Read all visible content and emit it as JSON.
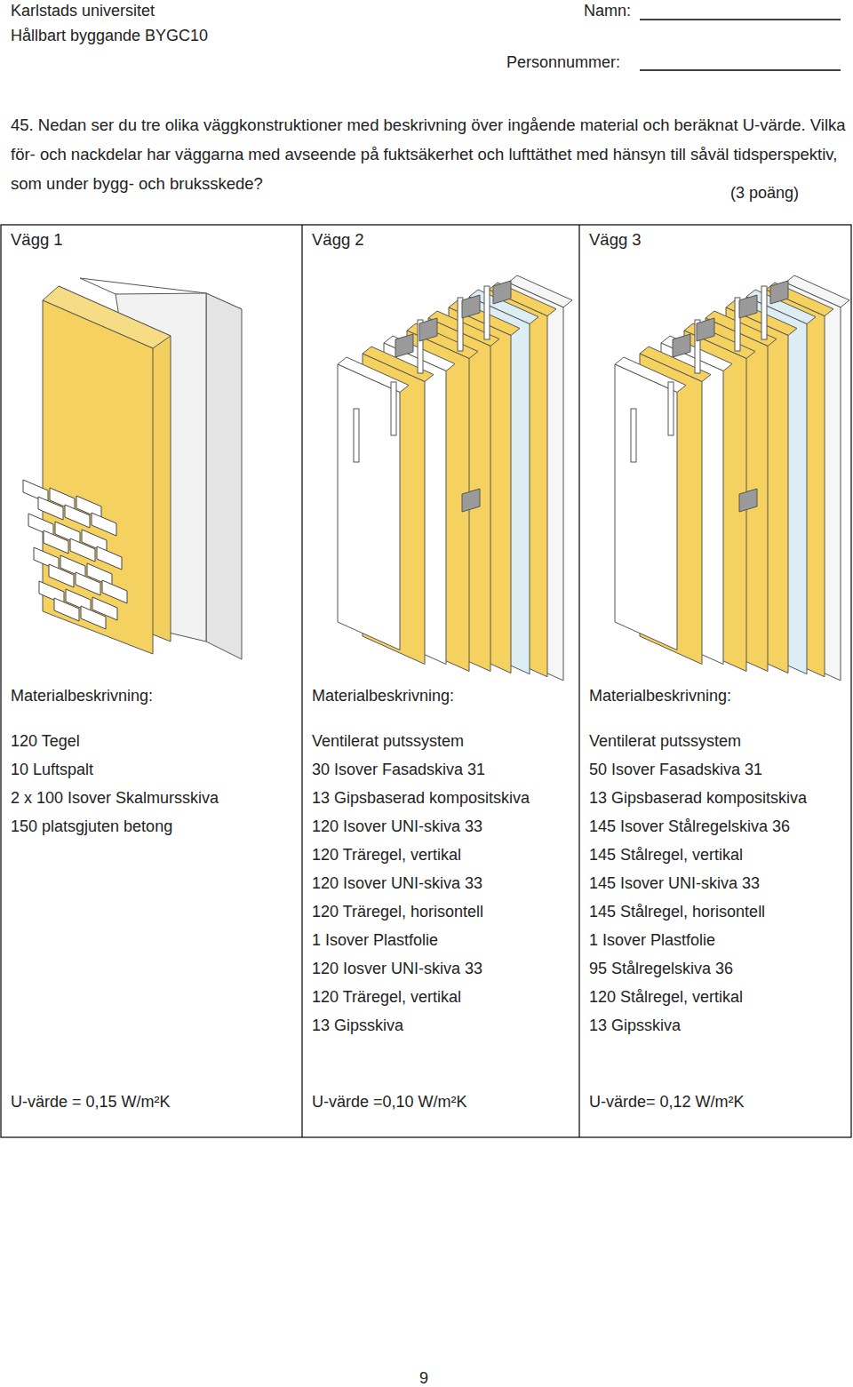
{
  "diagram": {
    "nodes": [
      {
        "text": [
          "Vägg 1",
          "Materialbeskrivning:",
          "120 Tegel",
          "10 Luftspalt",
          "2 x 100 Isover Skalmursskiva",
          "150 platsgjuten betong",
          "U-värde = 0,15 W/m²K"
        ]
      },
      {
        "text": [
          "Vägg 2",
          "Materialbeskrivning:",
          "Ventilerat putssystem",
          "30 Isover Fasadskiva 31",
          "13 Gipsbaserad kompositskiva",
          "120 Isover UNI-skiva 33",
          "120 Träregel, vertikal",
          "120 Isover UNI-skiva 33",
          "120 Träregel, horisontell",
          "1 Isover Plastfolie",
          "120 Iosver UNI-skiva 33",
          "120 Träregel, vertikal",
          "13 Gipsskiva",
          "U-värde =0,10 W/m²K"
        ]
      },
      {
        "text": [
          "Vägg 3",
          "Materialbeskrivning:",
          "Ventilerat putssystem",
          "50 Isover Fasadskiva 31",
          "13 Gipsbaserad kompositskiva",
          "145 Isover Stålregelskiva 36",
          "145 Stålregel, vertikal",
          "145 Isover UNI-skiva 33",
          "145 Stålregel, horisontell",
          "1 Isover Plastfolie",
          "95 Stålregelskiva 36",
          "120 Stålregel, vertikal",
          "13 Gipsskiva",
          "U-värde= 0,12 W/m²K"
        ]
      }
    ],
    "labels": [
      "Karlstads universitet",
      "Hållbart byggande BYGC10",
      "Namn:",
      "Personnummer:",
      "45. Nedan ser du tre olika väggkonstruktioner med beskrivning över ingående material och beräknat U-värde. Vilka för- och nackdelar har väggarna med avseende på fuktsäkerhet och lufttäthet med hänsyn till såväl tidsperspektiv, som under bygg- och bruksskede?",
      "(3 poäng)",
      "9"
    ]
  }
}
